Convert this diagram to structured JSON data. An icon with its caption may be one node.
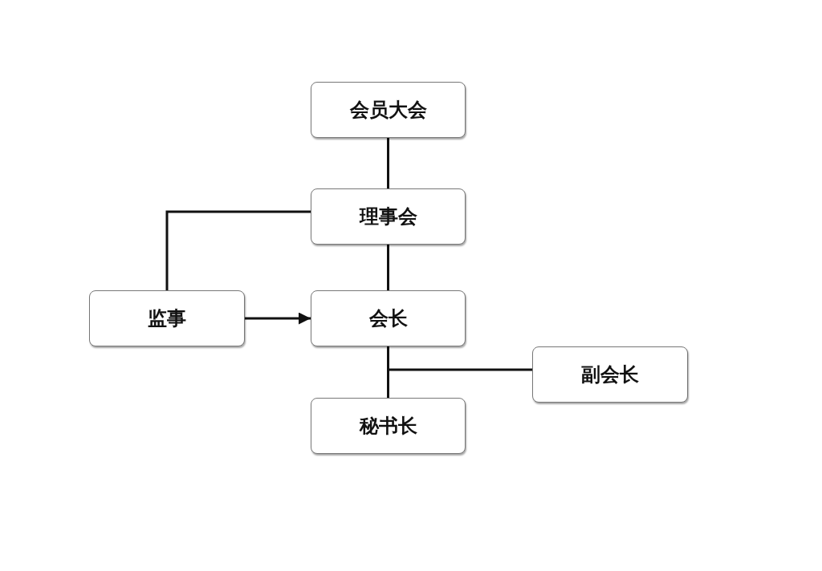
{
  "diagram": {
    "nodes": [
      {
        "text": [
          "会员大会"
        ]
      },
      {
        "text": [
          "理事会"
        ]
      },
      {
        "text": [
          "监事"
        ]
      },
      {
        "text": [
          "会长"
        ]
      },
      {
        "text": [
          "副会长"
        ]
      },
      {
        "text": [
          "秘书长"
        ]
      }
    ],
    "edges": [
      {
        "from": 0,
        "to": 1,
        "arrow": "none"
      },
      {
        "from": 1,
        "to": 2,
        "arrow": "none"
      },
      {
        "from": 2,
        "to": 3,
        "arrow": "to"
      },
      {
        "from": 1,
        "to": 3,
        "arrow": "none"
      },
      {
        "from": 3,
        "to": 5,
        "arrow": "none"
      },
      {
        "from": 3,
        "to": 4,
        "arrow": "none"
      }
    ]
  }
}
